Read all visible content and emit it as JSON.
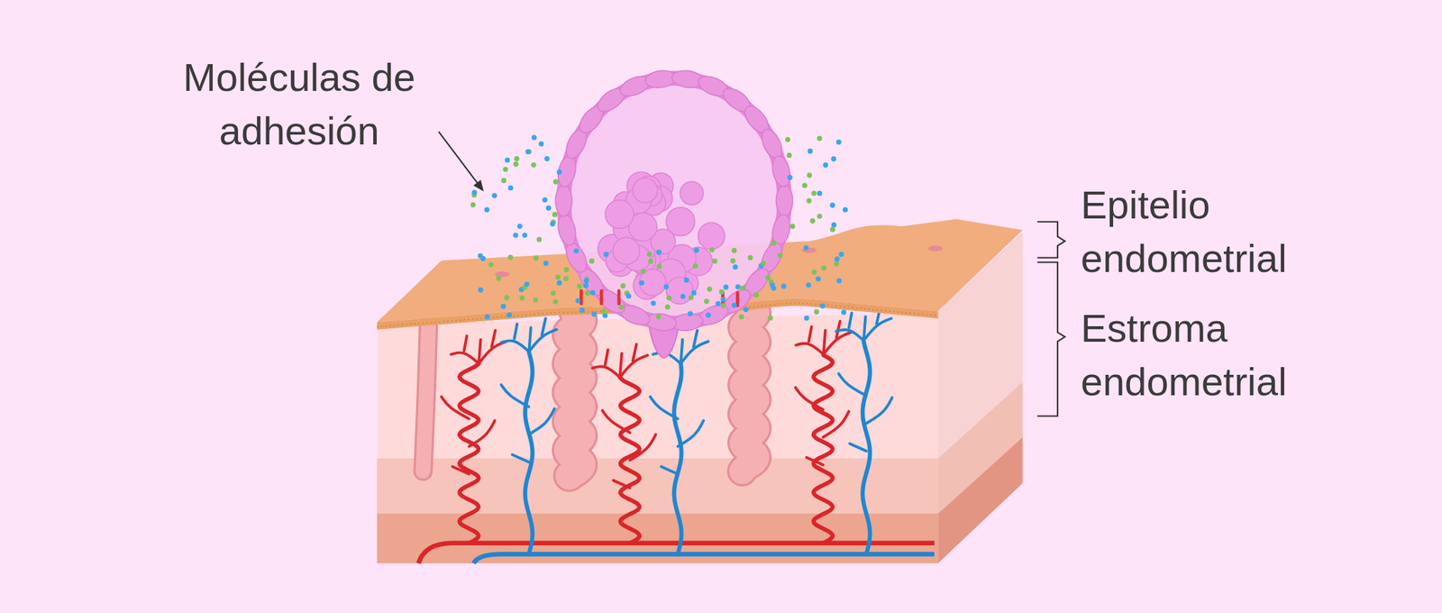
{
  "diagram": {
    "labels": [
      "Moléculas de adhesión",
      "Epitelio endometrial",
      "Estroma endometrial"
    ]
  }
}
